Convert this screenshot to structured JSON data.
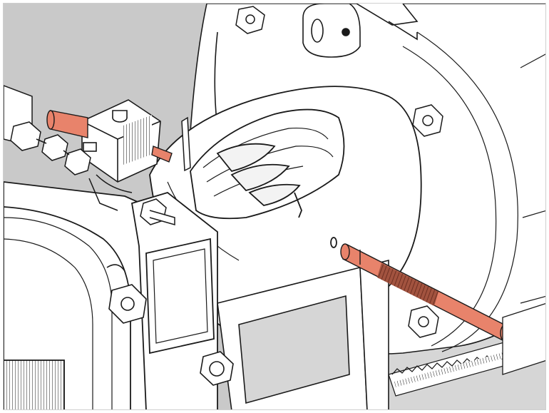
{
  "illustration": {
    "kind": "technical line drawing",
    "highlight_color": "#e8836b",
    "background_color": "#c9c9c9",
    "line_color": "#1a1a1a"
  },
  "callouts": {
    "upper_rod": "highlighted-pin-upper",
    "lower_rod": "highlighted-threaded-rod"
  }
}
